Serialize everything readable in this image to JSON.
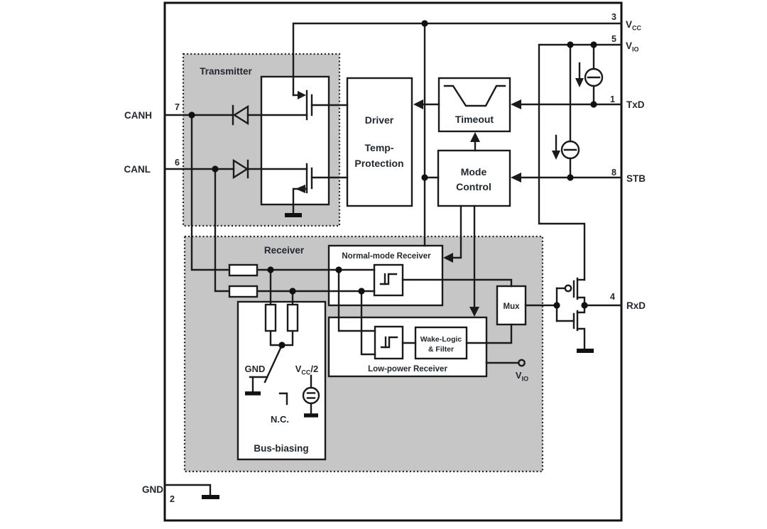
{
  "diagram": {
    "regions": {
      "transmitter": "Transmitter",
      "receiver": "Receiver"
    },
    "blocks": {
      "driver_title": "Driver",
      "driver_sub1": "Temp-",
      "driver_sub2": "Protection",
      "timeout": "Timeout",
      "mode_line1": "Mode",
      "mode_line2": "Control",
      "normal_receiver": "Normal-mode Receiver",
      "low_power_receiver": "Low-power Receiver",
      "wake_line1": "Wake-Logic",
      "wake_line2": "& Filter",
      "mux": "Mux",
      "bus_biasing": "Bus-biasing"
    },
    "bus_biasing_labels": {
      "gnd": "GND",
      "vcc_half_main": "V",
      "vcc_half_sub": "CC",
      "vcc_half_suffix": "/2",
      "nc": "N.C."
    },
    "vio_tap": {
      "main": "V",
      "sub": "IO"
    },
    "pins": {
      "vcc": {
        "number": "3",
        "main": "V",
        "sub": "CC"
      },
      "vio": {
        "number": "5",
        "main": "V",
        "sub": "IO"
      },
      "txd": {
        "number": "1",
        "label": "TxD"
      },
      "stb": {
        "number": "8",
        "label": "STB"
      },
      "rxd": {
        "number": "4",
        "label": "RxD"
      },
      "canh": {
        "number": "7",
        "label": "CANH"
      },
      "canl": {
        "number": "6",
        "label": "CANL"
      },
      "gnd": {
        "number": "2",
        "label": "GND"
      }
    },
    "colors": {
      "region_fill": "#c6c6c6",
      "line": "#1b1b1b",
      "text": "#23272e",
      "background": "#ffffff"
    }
  }
}
